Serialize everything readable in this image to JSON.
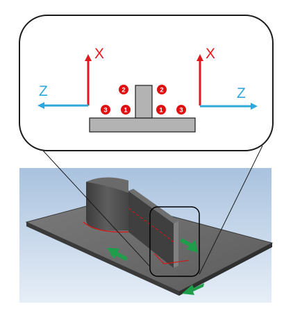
{
  "colors": {
    "x_axis": "#e0191f",
    "z_axis": "#2ea8dc",
    "pass_badge": "#e01010",
    "flow_arrow": "#1e9e4a",
    "sky_top": "#a9c2de",
    "sky_bottom": "#e6eef7",
    "plate": "#6b6b6b",
    "plate_edge": "#3a3a3a",
    "web": "#4a4a4a",
    "weld_line": "#e01010"
  },
  "callout": {
    "left_axes": {
      "vertical_label": "X",
      "horizontal_label": "Z"
    },
    "right_axes": {
      "vertical_label": "X",
      "horizontal_label": "Z"
    },
    "weld_passes": {
      "upper_left": "2",
      "upper_right": "2",
      "lower_left_inner": "1",
      "lower_right_inner": "1",
      "lower_left_outer": "3",
      "lower_right_outer": "3"
    }
  },
  "model_icons": [
    "callout-box-icon",
    "cross-section-icon",
    "t-joint-model-icon",
    "arrow-icon"
  ]
}
